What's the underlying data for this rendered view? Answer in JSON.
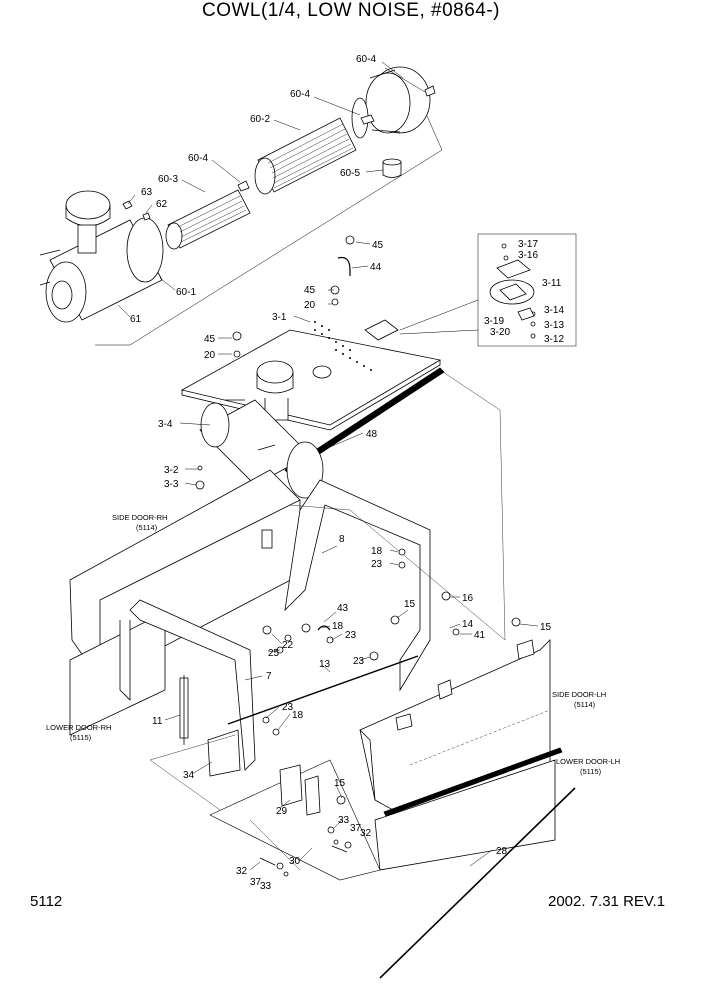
{
  "title": "COWL(1/4, LOW NOISE, #0864-)",
  "footer": {
    "page": "5112",
    "date_rev": "2002. 7.31  REV.1"
  },
  "callouts": [
    {
      "id": "c1",
      "text": "60-4"
    },
    {
      "id": "c2",
      "text": "60-4"
    },
    {
      "id": "c3",
      "text": "60-2"
    },
    {
      "id": "c4",
      "text": "60-4"
    },
    {
      "id": "c5",
      "text": "60-3"
    },
    {
      "id": "c6",
      "text": "60-5"
    },
    {
      "id": "c7",
      "text": "63"
    },
    {
      "id": "c8",
      "text": "62"
    },
    {
      "id": "c9",
      "text": "60-1"
    },
    {
      "id": "c10",
      "text": "61"
    },
    {
      "id": "c11",
      "text": "45"
    },
    {
      "id": "c12",
      "text": "44"
    },
    {
      "id": "c13",
      "text": "45"
    },
    {
      "id": "c14",
      "text": "20"
    },
    {
      "id": "c15",
      "text": "3-1"
    },
    {
      "id": "c16",
      "text": "45"
    },
    {
      "id": "c17",
      "text": "20"
    },
    {
      "id": "c18",
      "text": "3-4"
    },
    {
      "id": "c19",
      "text": "48"
    },
    {
      "id": "c20",
      "text": "3-2"
    },
    {
      "id": "c21",
      "text": "3-3"
    },
    {
      "id": "c22",
      "text": "3-17"
    },
    {
      "id": "c23",
      "text": "3-16"
    },
    {
      "id": "c24",
      "text": "3-11"
    },
    {
      "id": "c25",
      "text": "3-14"
    },
    {
      "id": "c26",
      "text": "3-19"
    },
    {
      "id": "c27",
      "text": "3-13"
    },
    {
      "id": "c28",
      "text": "3-20"
    },
    {
      "id": "c29",
      "text": "3-12"
    },
    {
      "id": "c30",
      "text": "8"
    },
    {
      "id": "c31",
      "text": "18"
    },
    {
      "id": "c32",
      "text": "23"
    },
    {
      "id": "c33",
      "text": "16"
    },
    {
      "id": "c34",
      "text": "15"
    },
    {
      "id": "c35",
      "text": "14"
    },
    {
      "id": "c36",
      "text": "41"
    },
    {
      "id": "c37",
      "text": "15"
    },
    {
      "id": "c38",
      "text": "43"
    },
    {
      "id": "c39",
      "text": "18"
    },
    {
      "id": "c40",
      "text": "22"
    },
    {
      "id": "c41",
      "text": "23"
    },
    {
      "id": "c42",
      "text": "25"
    },
    {
      "id": "c43",
      "text": "23"
    },
    {
      "id": "c44",
      "text": "13"
    },
    {
      "id": "c45",
      "text": "7"
    },
    {
      "id": "c46",
      "text": "11"
    },
    {
      "id": "c47",
      "text": "23"
    },
    {
      "id": "c48",
      "text": "18"
    },
    {
      "id": "c49",
      "text": "34"
    },
    {
      "id": "c50",
      "text": "15"
    },
    {
      "id": "c51",
      "text": "29"
    },
    {
      "id": "c52",
      "text": "33"
    },
    {
      "id": "c53",
      "text": "37"
    },
    {
      "id": "c54",
      "text": "32"
    },
    {
      "id": "c55",
      "text": "30"
    },
    {
      "id": "c56",
      "text": "32"
    },
    {
      "id": "c57",
      "text": "37"
    },
    {
      "id": "c58",
      "text": "33"
    },
    {
      "id": "c59",
      "text": "28"
    }
  ],
  "section_labels": {
    "side_door_rh": "SIDE DOOR-RH",
    "side_door_rh_ref": "(5114)",
    "lower_door_rh": "LOWER DOOR-RH",
    "lower_door_rh_ref": "(5115)",
    "side_door_lh": "SIDE DOOR-LH",
    "side_door_lh_ref": "(5114)",
    "lower_door_lh": "LOWER DOOR-LH",
    "lower_door_lh_ref": "(5115)"
  }
}
